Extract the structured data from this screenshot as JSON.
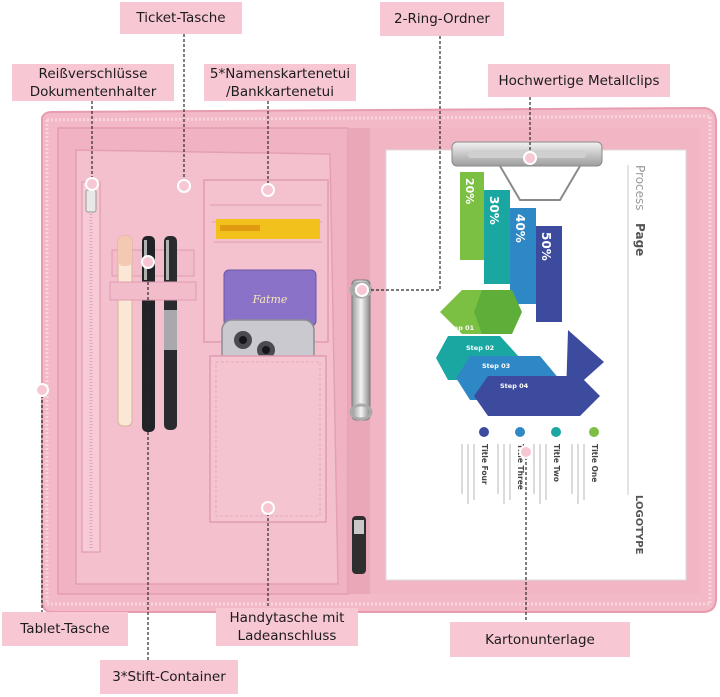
{
  "labels": {
    "ticket_tasche": "Ticket-Tasche",
    "ring_ordner": "2-Ring-Ordner",
    "reissverschluss": "Reißverschlüsse\nDokumentenhalter",
    "namenskarten": "5*Namenskartenetui\n/Bankkartenetui",
    "metallclips": "Hochwertige Metallclips",
    "tablet_tasche": "Tablet-Tasche",
    "handytasche": "Handytasche mit\nLadeanschluss",
    "kartonunterlage": "Kartonunterlage",
    "stift_container": "3*Stift-Container"
  },
  "document": {
    "header_light": "Process",
    "header_bold": "Page",
    "steps": [
      "Step 01",
      "Step 02",
      "Step 03",
      "Step 04"
    ],
    "percents": [
      "20%",
      "30%",
      "40%",
      "50%"
    ],
    "titles": [
      "Title One",
      "Title Two",
      "Title Three",
      "Title Four"
    ],
    "logo": "LOGOTYPE",
    "card_text": "Fatme"
  },
  "colors": {
    "label_bg": "#f7c7d3",
    "folio": "#f3b9c7",
    "folio_dark": "#e8a2b4",
    "teal": "#1aa7a2",
    "green": "#7bc043",
    "navy": "#3d4b9e",
    "blue": "#2f88c6"
  }
}
